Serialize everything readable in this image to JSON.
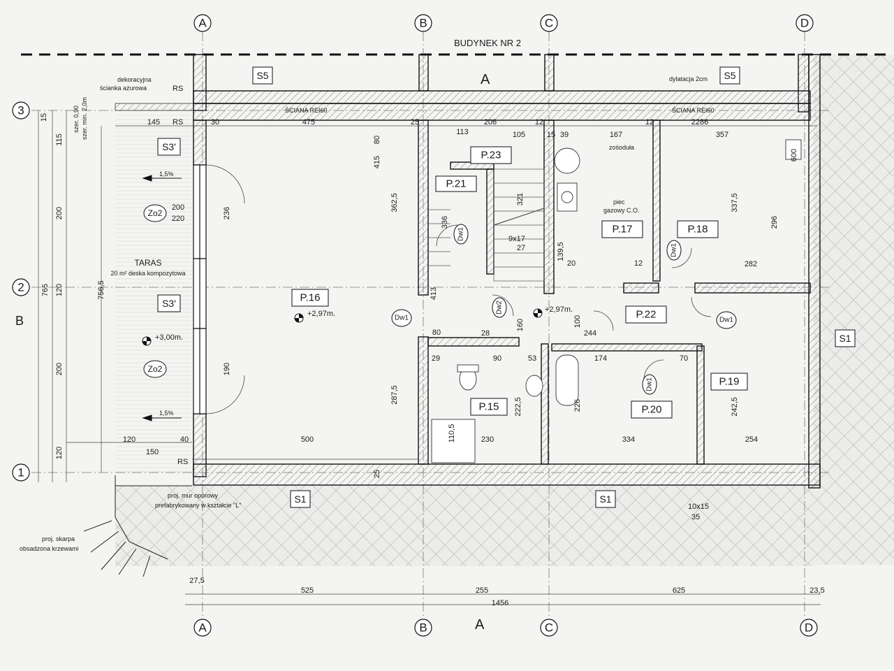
{
  "building_label": "BUDYNEK NR 2",
  "grid": {
    "columns": [
      "A",
      "B",
      "C",
      "D"
    ],
    "rows": [
      "3",
      "2",
      "1"
    ],
    "section_mark": "A",
    "side_mark": "B"
  },
  "rooms": [
    {
      "id": "p16",
      "label": "P.16",
      "level": "+2,97m."
    },
    {
      "id": "p15",
      "label": "P.15"
    },
    {
      "id": "p17",
      "label": "P.17"
    },
    {
      "id": "p18",
      "label": "P.18"
    },
    {
      "id": "p19",
      "label": "P.19"
    },
    {
      "id": "p20",
      "label": "P.20"
    },
    {
      "id": "p21",
      "label": "P.21"
    },
    {
      "id": "p22",
      "label": "P.22"
    },
    {
      "id": "p23",
      "label": "P.23"
    }
  ],
  "terrace": {
    "title": "TARAS",
    "subtitle": "20 m² deska kompozytowa",
    "level": "+3,00m.",
    "slope": "1,5%"
  },
  "wall_tags": {
    "s5": "S5",
    "s3": "S3'",
    "s1": "S1",
    "zo2": "Zo2",
    "dw1": "Dw1",
    "dw2": "Dw2"
  },
  "notes": {
    "wall_rei": "ŚCIANA REI60",
    "dilatation": "dylatacja 2cm",
    "screen_a": "dekoracyjna",
    "screen_b": "ścianka ażurowa",
    "rs": "RS",
    "wall_height_a": "szer. 0,90",
    "wall_height_b": "szer. min. 2,0m",
    "retaining_a": "proj. mur oporowy",
    "retaining_b": "prefabrykowany w kształcie \"L\"",
    "slope_a": "proj. skarpa",
    "slope_b": "obsadzona krzewami",
    "boiler_a": "piec",
    "boiler_b": "gazowy C.O.",
    "flue": "zośoduła",
    "level_p22": "+2,97m.",
    "stairs_a": "9x17",
    "stairs_b": "27",
    "pit_a": "10x15",
    "pit_b": "35"
  },
  "dimensions": {
    "bottom_total": "1456",
    "bottom_segments": [
      "27,5",
      "525",
      "255",
      "625",
      "23,5"
    ],
    "left_total": "765",
    "left_inner": "756,5",
    "left_segments": [
      "115",
      "200",
      "120",
      "200",
      "120"
    ],
    "top_row": [
      "145",
      "30",
      "475",
      "25",
      "113",
      "206",
      "105",
      "12",
      "15",
      "39",
      "167",
      "12",
      "2286",
      "357"
    ],
    "misc": [
      "15",
      "25",
      "80",
      "40",
      "150",
      "120",
      "500",
      "230",
      "334",
      "254",
      "362,5",
      "287,5",
      "337,5",
      "296",
      "242,5",
      "226",
      "222,5",
      "190",
      "236",
      "200",
      "220",
      "90",
      "174",
      "70",
      "282",
      "20",
      "12",
      "110,5",
      "139,5",
      "336",
      "321",
      "160",
      "100",
      "244",
      "28",
      "53",
      "29",
      "80",
      "415",
      "413",
      "600"
    ]
  }
}
